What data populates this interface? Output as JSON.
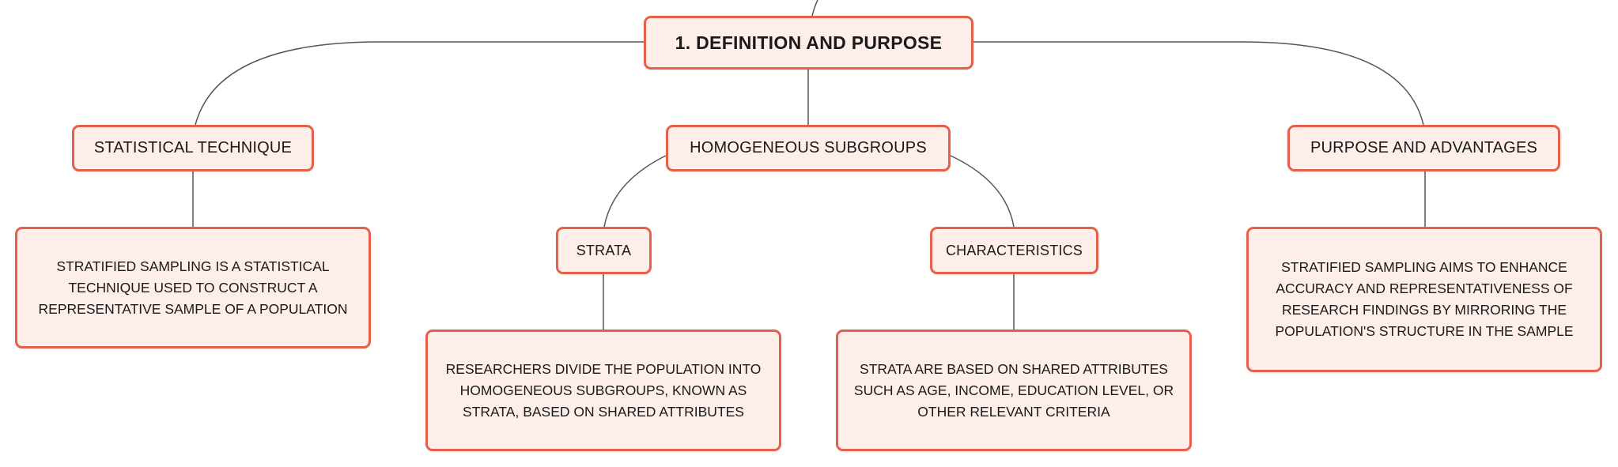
{
  "colors": {
    "node_fill": "#fdeeea",
    "node_border": "#e5604a",
    "connector": "#555555"
  },
  "root": {
    "label": "1. DEFINITION AND PURPOSE"
  },
  "branches": {
    "statistical_technique": {
      "label": "STATISTICAL TECHNIQUE",
      "description": "STRATIFIED SAMPLING IS A STATISTICAL TECHNIQUE USED TO CONSTRUCT A REPRESENTATIVE SAMPLE OF A POPULATION"
    },
    "homogeneous_subgroups": {
      "label": "HOMOGENEOUS SUBGROUPS",
      "strata": {
        "label": "STRATA",
        "description": "RESEARCHERS DIVIDE THE POPULATION INTO HOMOGENEOUS SUBGROUPS, KNOWN AS STRATA, BASED ON SHARED ATTRIBUTES"
      },
      "characteristics": {
        "label": "CHARACTERISTICS",
        "description": "STRATA ARE BASED ON SHARED ATTRIBUTES SUCH AS AGE, INCOME, EDUCATION LEVEL, OR OTHER RELEVANT CRITERIA"
      }
    },
    "purpose_and_advantages": {
      "label": "PURPOSE AND ADVANTAGES",
      "description": "STRATIFIED SAMPLING AIMS TO ENHANCE ACCURACY AND REPRESENTATIVENESS OF RESEARCH FINDINGS BY MIRRORING THE POPULATION'S STRUCTURE IN THE SAMPLE"
    }
  }
}
